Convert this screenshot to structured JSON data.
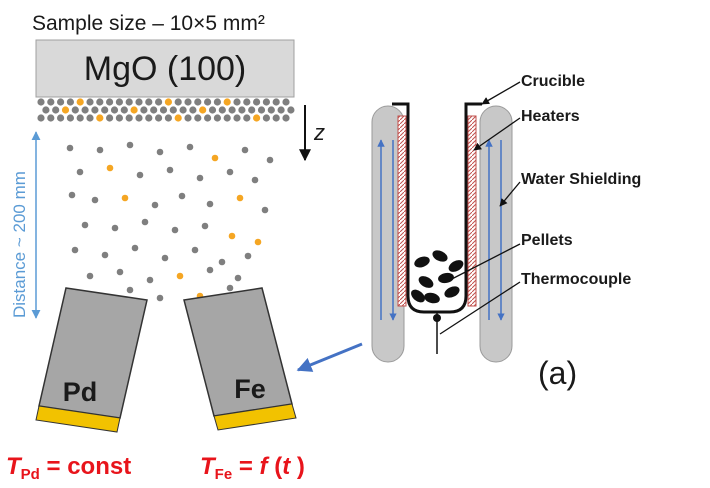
{
  "header": {
    "sample_size": "Sample size – 10×5 mm²"
  },
  "substrate": {
    "label": "MgO (100)"
  },
  "axis": {
    "z_label": "z"
  },
  "distance": {
    "label": "Distance ~ 200 mm"
  },
  "sources": {
    "pd_label": "Pd",
    "fe_label": "Fe"
  },
  "formulas": {
    "t_pd_T": "T",
    "t_pd_sub": "Pd",
    "t_pd_rest": " = const",
    "t_fe_T": "T",
    "t_fe_sub": "Fe",
    "t_fe_eq": " = ",
    "t_fe_f": "f",
    "t_fe_open": " (",
    "t_fe_t": "t",
    "t_fe_close": " )"
  },
  "cell": {
    "crucible": "Crucible",
    "heaters": "Heaters",
    "water_shielding": "Water Shielding",
    "pellets": "Pellets",
    "thermocouple": "Thermocouple"
  },
  "panel": {
    "label": "(a)"
  },
  "colors": {
    "substrate_fill": "#d9d9d9",
    "atom_gray": "#7f7f7f",
    "atom_orange": "#f5a623",
    "distance_blue": "#5b9bd5",
    "source_fill": "#a6a6a6",
    "source_base": "#f2c200",
    "formula_red": "#e8141b",
    "arrow_blue": "#4472c4",
    "heater_red": "#c0504d",
    "shield_gray": "#c8c8c8"
  }
}
